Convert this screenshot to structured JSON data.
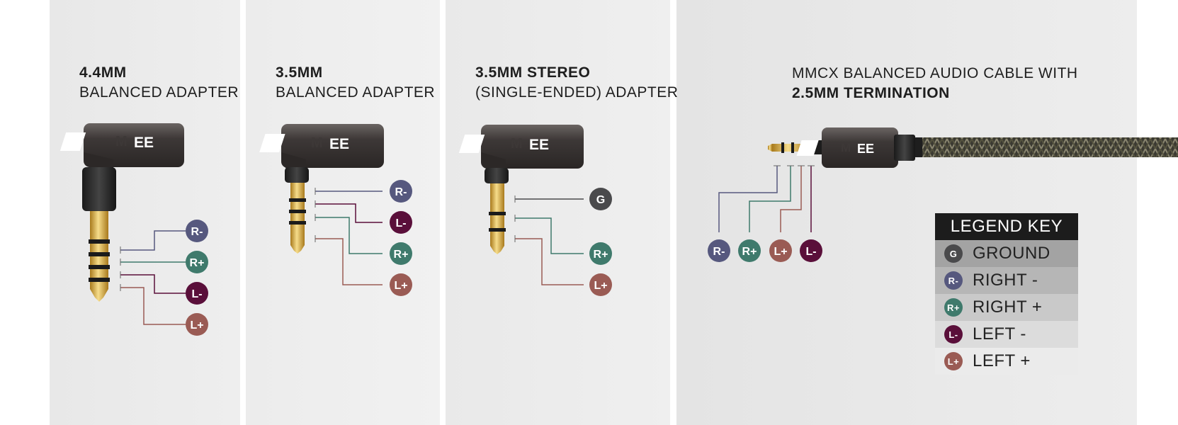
{
  "colors": {
    "ground": "#4a4a4c",
    "right_minus": "#56587e",
    "right_plus": "#3f7a6c",
    "left_minus": "#5a0f3a",
    "left_plus": "#9a5b54",
    "legend_header": "#1c1c1c"
  },
  "brand": {
    "logo_text": "MEE"
  },
  "panels": [
    {
      "title_bold": "4.4MM",
      "title_light": "BALANCED ADAPTER",
      "badges": [
        "R-",
        "R+",
        "L-",
        "L+"
      ]
    },
    {
      "title_bold": "3.5MM",
      "title_light": "BALANCED ADAPTER",
      "badges": [
        "R-",
        "L-",
        "R+",
        "L+"
      ]
    },
    {
      "title_bold": "3.5MM STEREO",
      "title_light": "(SINGLE-ENDED) ADAPTER",
      "badges": [
        "G",
        "R+",
        "L+"
      ]
    },
    {
      "title_light": "MMCX BALANCED AUDIO CABLE WITH",
      "title_bold": "2.5MM TERMINATION",
      "badges": [
        "R-",
        "R+",
        "L+",
        "L-"
      ]
    }
  ],
  "legend": {
    "title": "LEGEND KEY",
    "items": [
      {
        "symbol": "G",
        "label": "GROUND"
      },
      {
        "symbol": "R-",
        "label": "RIGHT -"
      },
      {
        "symbol": "R+",
        "label": "RIGHT +"
      },
      {
        "symbol": "L-",
        "label": "LEFT -"
      },
      {
        "symbol": "L+",
        "label": "LEFT +"
      }
    ]
  }
}
